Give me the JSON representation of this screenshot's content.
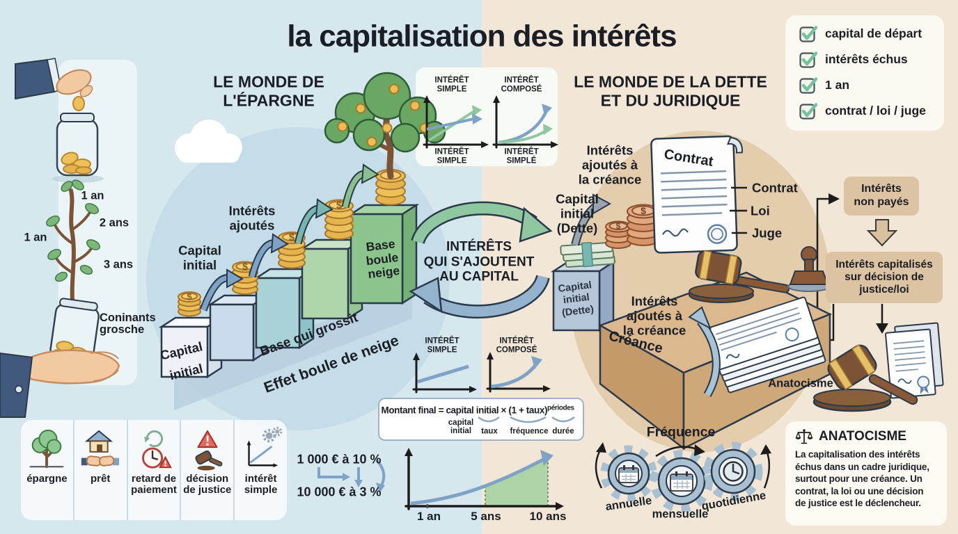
{
  "title": "la capitalisation des intérêts",
  "decor": {
    "coin_symbol": "$"
  },
  "checklist": {
    "items": [
      {
        "label": "capital de départ"
      },
      {
        "label": "intérêts échus"
      },
      {
        "label": "1 an"
      },
      {
        "label": "contrat / loi / juge"
      }
    ]
  },
  "savings": {
    "header": "LE MONDE DE\nL'ÉPARGNE",
    "timeline": {
      "year1": "1 an",
      "year2": "2 ans",
      "year1b": "1 an",
      "year3": "3 ans"
    },
    "jar_caption": "Coninants\ngrosche",
    "capital_initial": "Capital\ninitial",
    "interets_ajoutes": "Intérêts\najoutés",
    "step_face": "Capital\ninitial",
    "base_boule_neige": "Base\nboule\nneige",
    "base_qui_grossit": "Base qui grossit",
    "effet_boule_de_neige": "Effet boule de neige"
  },
  "charts_top": {
    "left_title": "INTÉRÊT\nSIMPLE",
    "right_title": "INTÉRÊT\nCOMPOSÉ",
    "left_caption": "INTÉRÊT\nSIMPLE",
    "right_caption": "INTÉRÊT\nSIMPLÉ"
  },
  "cycle": {
    "text": "INTÉRÊTS\nQUI S'AJOUTENT\nAU CAPITAL"
  },
  "charts_mid": {
    "left_title": "INTÉRÊT\nSIMPLE",
    "right_title": "INTÉRÊT\nCOMPOSÉ"
  },
  "formula": {
    "expression": "Montant final = capital initial × (1 + taux)",
    "exponent": "périodes",
    "label_capital": "capital\ninitial",
    "label_taux": "taux",
    "label_frequence": "fréquence",
    "label_duree": "durée"
  },
  "example": {
    "from": "1 000 € à 10 %",
    "to": "10 000 € à 3 %"
  },
  "growth_chart": {
    "tick1": "1 an",
    "tick2": "5 ans",
    "tick3": "10 ans"
  },
  "legend": {
    "items": [
      {
        "label": "épargne"
      },
      {
        "label": "prêt"
      },
      {
        "label": "retard de\npaiement"
      },
      {
        "label": "décision\nde justice"
      },
      {
        "label": "intérêt\nsimple"
      }
    ]
  },
  "debt": {
    "header": "LE MONDE DE LA DETTE\nET DU JURIDIQUE",
    "interets_ajoutes_creance": "Intérêts\najoutés à\nla créance",
    "capital_initial_dette": "Capital\ninitial\n(Dette)",
    "block_label": "Capital\ninitial\n(Dette)",
    "contract_title": "Contrat",
    "tick_contrat": "Contrat",
    "tick_loi": "Loi",
    "tick_juge": "Juge",
    "interets_ajoutes_creance2": "Intérêts\najoutés à\nla créance",
    "creance": "Créance",
    "anatocisme": "Anatocisme",
    "box_interets_non_payes": "Intérêts\nnon payés",
    "box_interets_capitalises": "Intérêts capitalisés\nsur décision de\njustice/loi"
  },
  "frequency": {
    "title": "Fréquence",
    "items": [
      {
        "label": "annuelle"
      },
      {
        "label": "mensuelle"
      },
      {
        "label": "quotidienne"
      }
    ]
  },
  "anatocisme_box": {
    "title": "ANATOCISME",
    "body": "La capitalisation des intérêts\néchus dans un cadre juridique,\nsurtout pour une créance. Un\ncontrat, la loi ou une décision\nde justice est le déclencheur."
  }
}
